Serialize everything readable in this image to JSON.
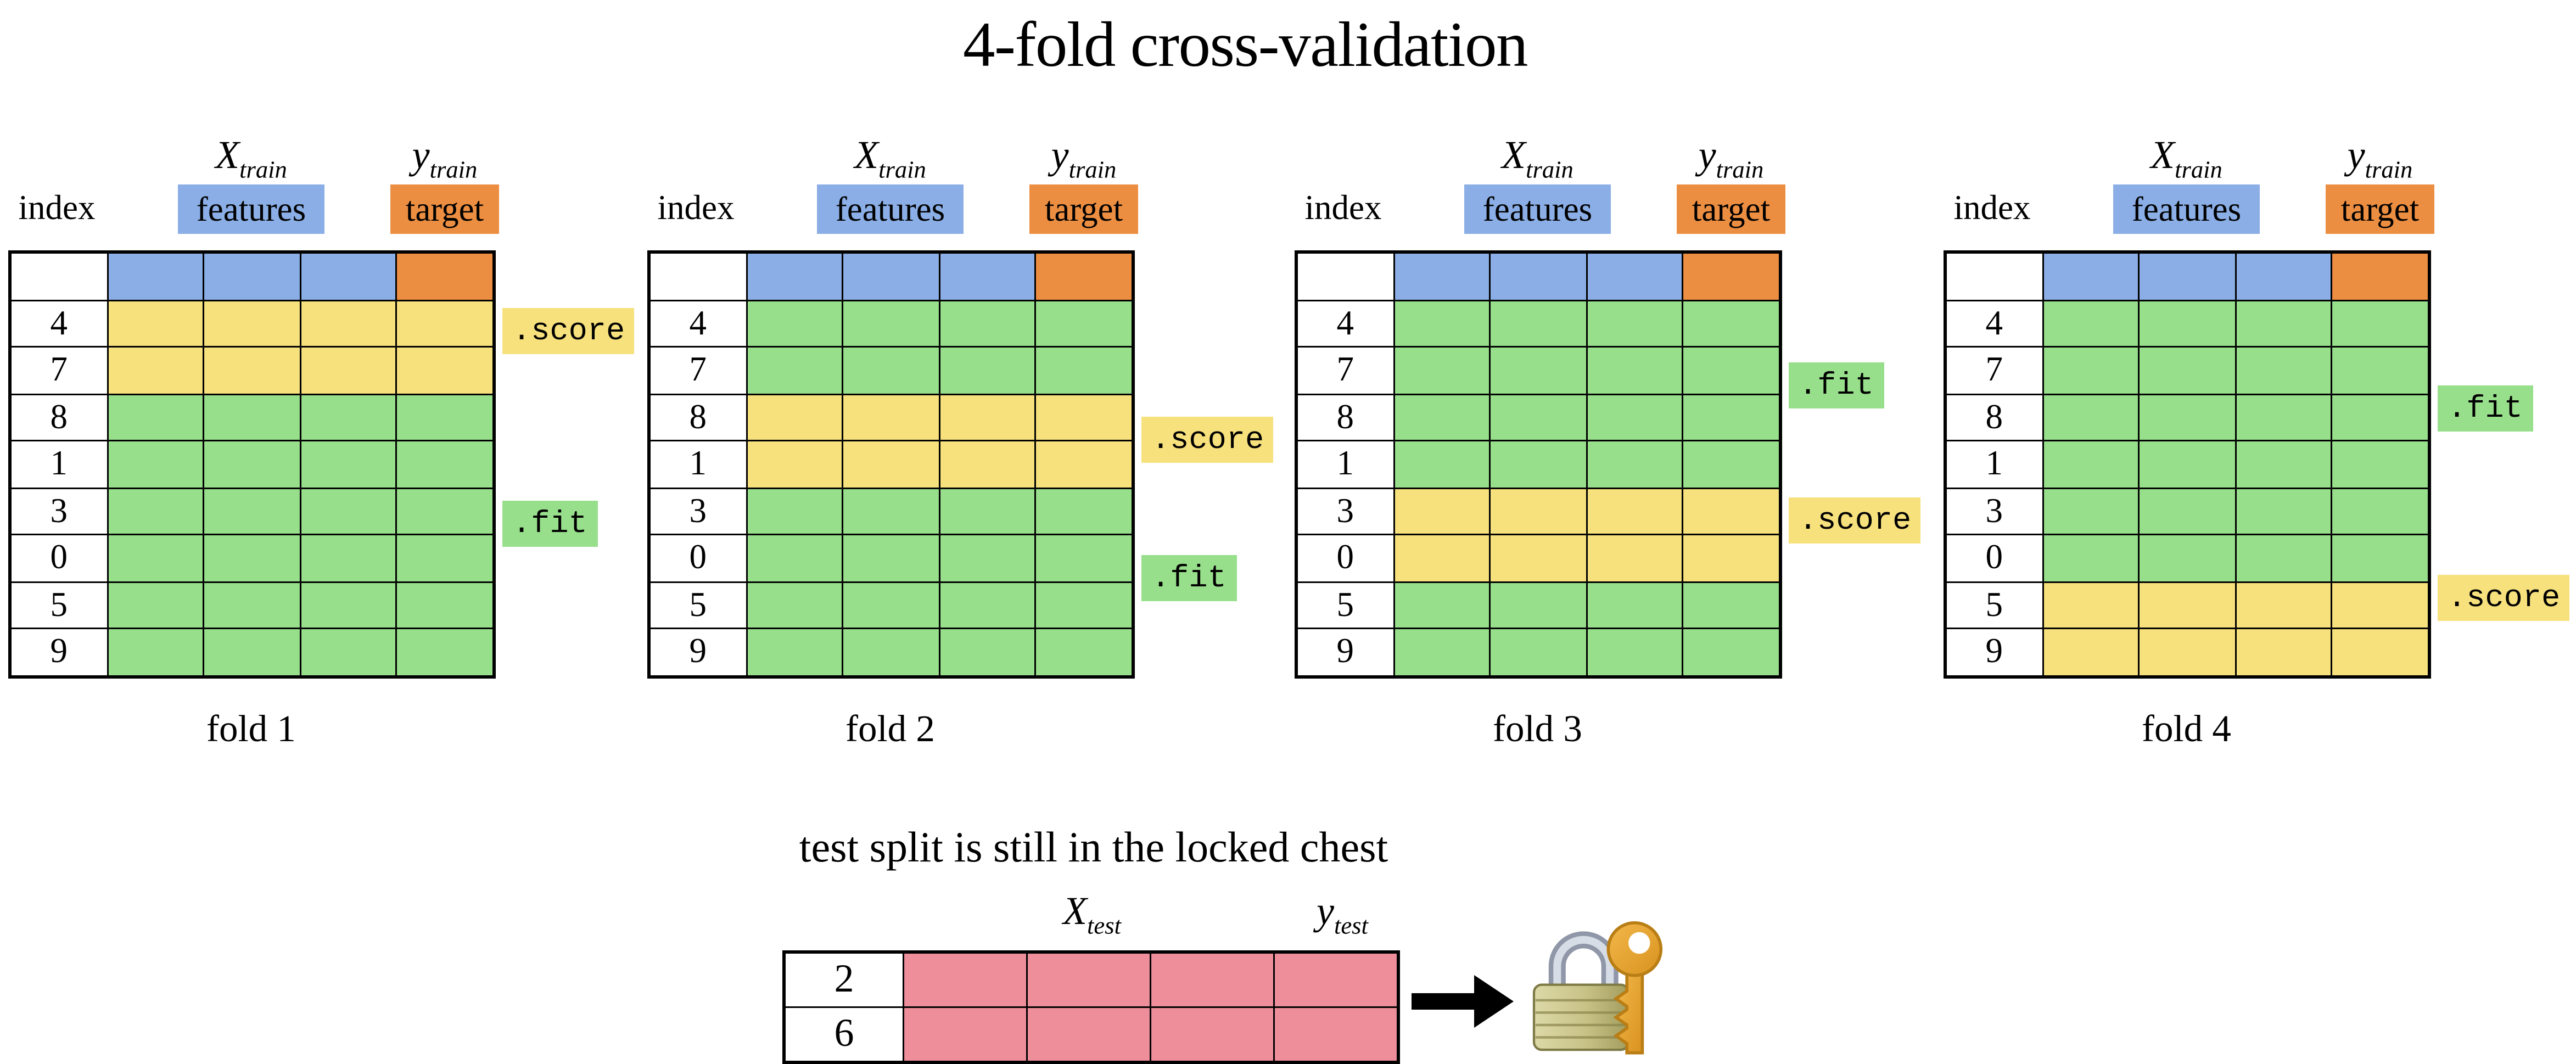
{
  "title": "4-fold cross-validation",
  "colors": {
    "blue": "#8AAEE5",
    "orange": "#EC8E41",
    "yellow": "#F7E17D",
    "green": "#98DF8C",
    "pink": "#EE8E9B"
  },
  "header": {
    "index_label": "index",
    "x_main": "X",
    "x_sub": "train",
    "features_label": "features",
    "y_main": "y",
    "y_sub": "train",
    "target_label": "target"
  },
  "row_indices": [
    "4",
    "7",
    "8",
    "1",
    "3",
    "0",
    "5",
    "9"
  ],
  "folds": [
    {
      "caption": "fold 1",
      "score_label": ".score",
      "fit_label": ".fit",
      "score_rows": [
        "4",
        "7"
      ]
    },
    {
      "caption": "fold 2",
      "score_label": ".score",
      "fit_label": ".fit",
      "score_rows": [
        "8",
        "1"
      ]
    },
    {
      "caption": "fold 3",
      "score_label": ".score",
      "fit_label": ".fit",
      "score_rows": [
        "3",
        "0"
      ]
    },
    {
      "caption": "fold 4",
      "score_label": ".score",
      "fit_label": ".fit",
      "score_rows": [
        "5",
        "9"
      ]
    }
  ],
  "test": {
    "heading": "test split is still in the locked chest",
    "x_main": "X",
    "x_sub": "test",
    "y_main": "y",
    "y_sub": "test",
    "row_indices": [
      "2",
      "6"
    ],
    "arrow_icon": "arrow-right",
    "lock_icon": "locked-with-key"
  }
}
